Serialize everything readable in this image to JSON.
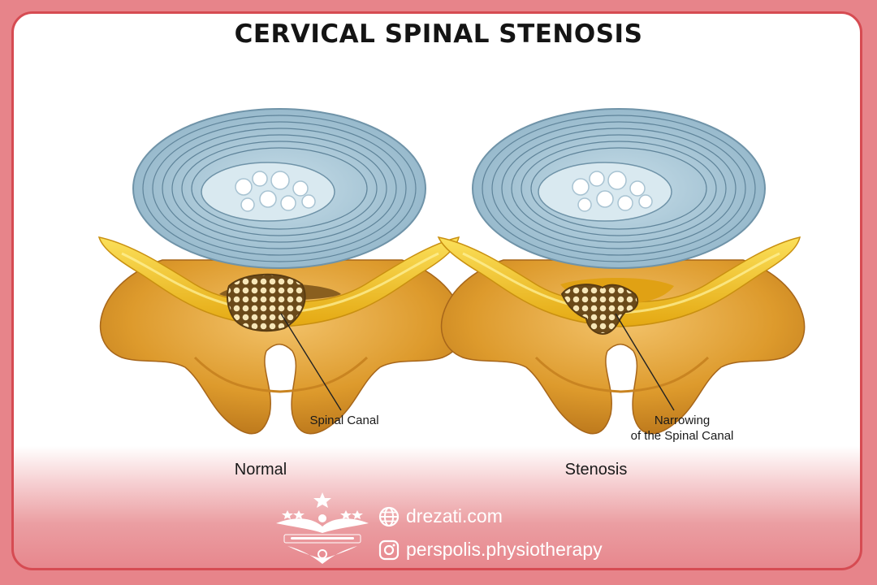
{
  "title": "CERVICAL SPINAL STENOSIS",
  "panels": {
    "normal": {
      "caption": "Normal",
      "callout": "Spinal Canal"
    },
    "stenosis": {
      "caption": "Stenosis",
      "callout_line1": "Narrowing",
      "callout_line2": "of the Spinal Canal"
    }
  },
  "footer": {
    "website": "drezati.com",
    "instagram": "perspolis.physiotherapy",
    "icons": {
      "website": "globe-icon",
      "instagram": "instagram-icon",
      "logo": "perspolis-logo"
    }
  },
  "colors": {
    "frame_border": "#d64b52",
    "footer_pink": "#e7878d",
    "disc_blue": "#a9c8d8",
    "bone_orange": "#d9921f",
    "ligament_yellow": "#f0c419",
    "cord_brown": "#6b4a1a"
  }
}
